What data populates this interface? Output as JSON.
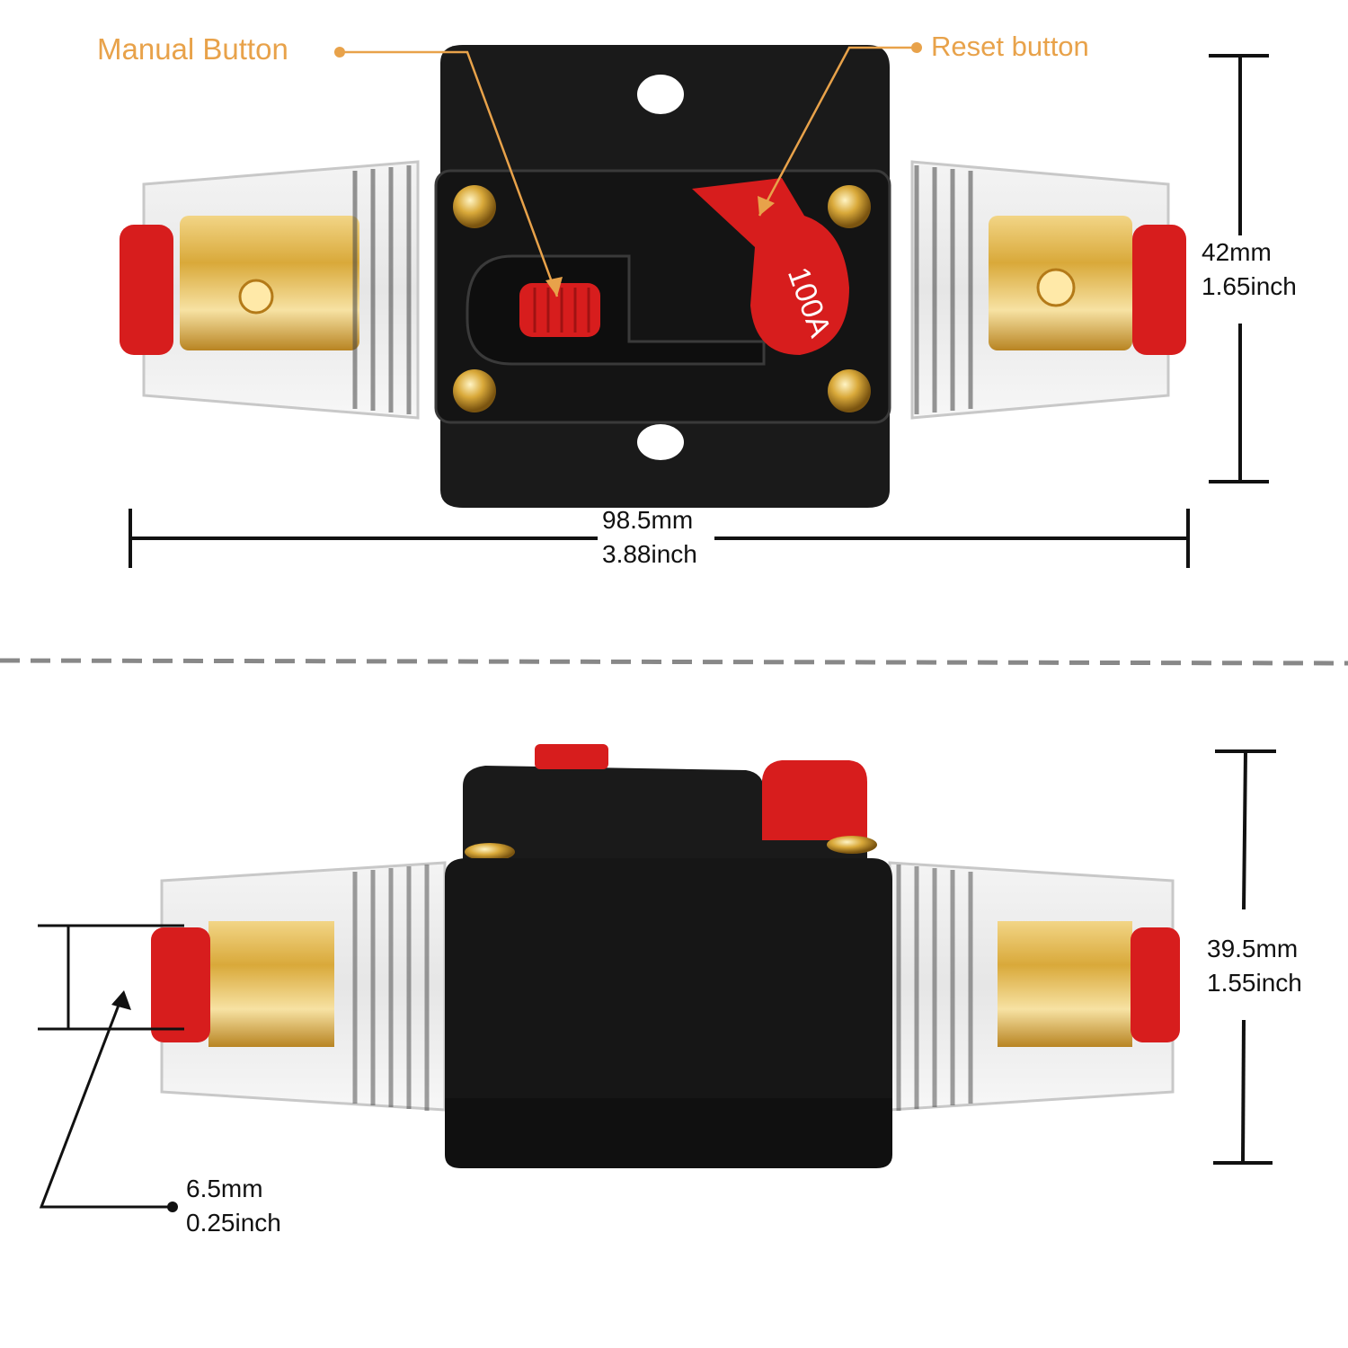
{
  "callouts": {
    "manual_button": "Manual Button",
    "reset_button": "Reset button"
  },
  "device": {
    "rating": "100A"
  },
  "dimensions": {
    "length": {
      "mm": "98.5mm",
      "inch": "3.88inch"
    },
    "top_height": {
      "mm": "42mm",
      "inch": "1.65inch"
    },
    "side_height": {
      "mm": "39.5mm",
      "inch": "1.55inch"
    },
    "terminal_hole": {
      "mm": "6.5mm",
      "inch": "0.25inch"
    }
  },
  "colors": {
    "callout": "#e8a24a",
    "housing": "#151515",
    "button_red": "#d71d1d",
    "brass": "#d9a93a"
  }
}
